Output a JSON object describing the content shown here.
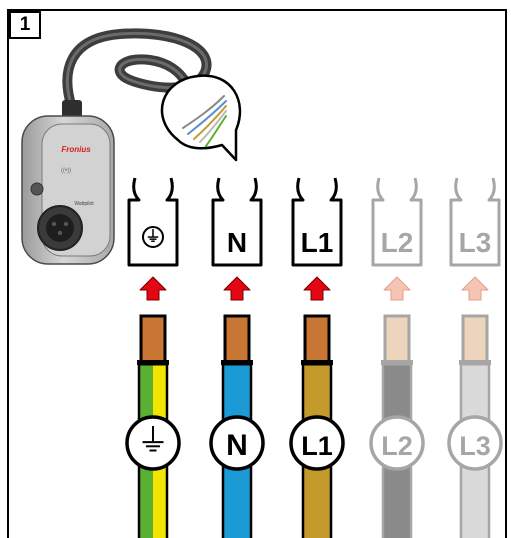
{
  "step": {
    "number": "1"
  },
  "charger": {
    "brand": "Fronius",
    "model": "Wattpilot",
    "rfid_symbol": "((•))"
  },
  "terminals": [
    {
      "id": "pe",
      "label": "",
      "symbol": "ground-icon",
      "active": true
    },
    {
      "id": "n",
      "label": "N",
      "active": true
    },
    {
      "id": "l1",
      "label": "L1",
      "active": true
    },
    {
      "id": "l2",
      "label": "L2",
      "active": false
    },
    {
      "id": "l3",
      "label": "L3",
      "active": false
    }
  ],
  "wires": [
    {
      "id": "pe",
      "label": "",
      "symbol": "ground-icon",
      "colors": [
        "#5ab031",
        "#f2e500"
      ],
      "active": true
    },
    {
      "id": "n",
      "label": "N",
      "colors": [
        "#1b9ad6"
      ],
      "active": true
    },
    {
      "id": "l1",
      "label": "L1",
      "colors": [
        "#c49a2c"
      ],
      "active": true
    },
    {
      "id": "l2",
      "label": "L2",
      "colors": [
        "#8a8a8a"
      ],
      "active": false
    },
    {
      "id": "l3",
      "label": "L3",
      "colors": [
        "#dadada"
      ],
      "active": false
    }
  ],
  "colors": {
    "arrow_active": "#e30613",
    "arrow_inactive": "#f6c4b4",
    "copper_active": "#c87634",
    "copper_inactive": "#ecd4bd",
    "outline_active": "#000000",
    "outline_inactive": "#a6a6a6"
  }
}
